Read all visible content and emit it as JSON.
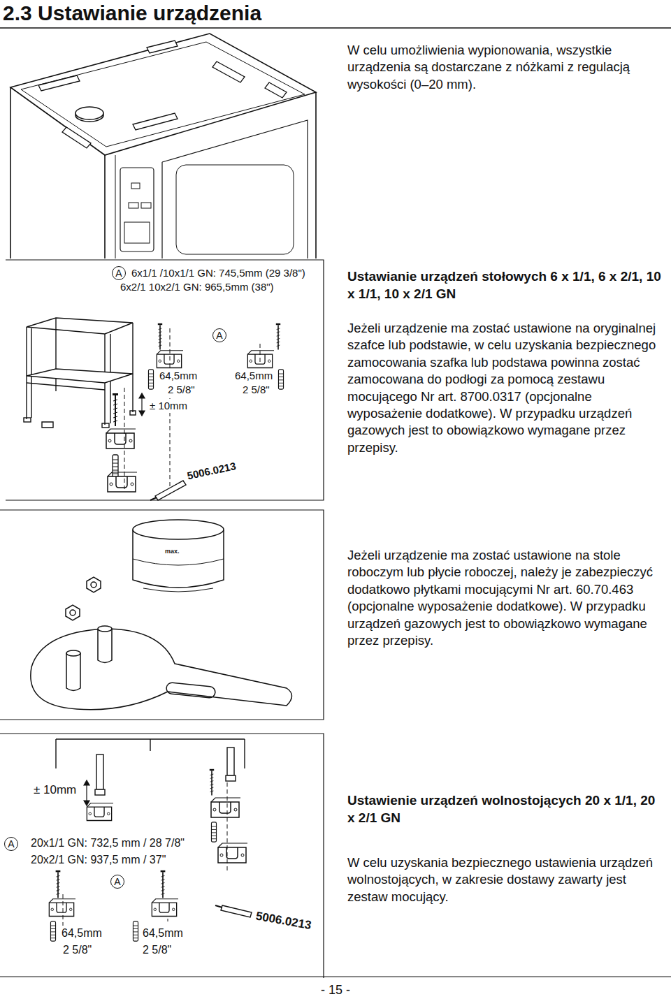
{
  "diagram": {
    "title": "2.3 Ustawianie urządzenia",
    "nodes": [
      {
        "text": [
          "A"
        ]
      },
      {
        "text": [
          "A"
        ]
      },
      {
        "text": [
          "A"
        ]
      },
      {
        "text": [
          "A"
        ]
      }
    ],
    "labels": [
      "W celu umożliwienia wypionowania, wszystkie urządzenia są dostarczane z nóżkami z regulacją wysokości (0–20 mm).",
      "6x1/1 /10x1/1 GN: 745,5mm (29 3/8\")",
      "6x2/1 10x2/1 GN: 965,5mm (38\")",
      "Ustawianie urządzeń stołowych 6 x 1/1, 6 x 2/1, 10 x 1/1, 10 x 2/1 GN",
      "64,5mm",
      "2 5/8\"",
      "64,5mm",
      "2 5/8\"",
      "± 10mm",
      "5006.0213",
      "Jeżeli urządzenie ma zostać ustawione na oryginalnej szafce lub podstawie, w celu uzyskania bezpiecznego zamocowania szafka lub podstawa powinna zostać zamocowana do podłogi za pomocą zestawu mocującego Nr art. 8700.0317 (opcjonalne wyposażenie dodatkowe). W przypadku urządzeń gazowych jest to obowiązkowo wymagane przez przepisy.",
      "max.",
      "Jeżeli urządzenie ma zostać ustawione na stole roboczym lub płycie roboczej, należy je zabezpieczyć dodatkowo płytkami mocującymi Nr art. 60.70.463 (opcjonalne wyposażenie dodatkowe). W przypadku urządzeń gazowych jest to obowiązkowo wymagane przez przepisy.",
      "± 10mm",
      "20x1/1 GN: 732,5 mm / 28 7/8\"",
      "20x2/1 GN: 937,5 mm / 37\"",
      "Ustawienie urządzeń wolnostojących 20 x 1/1, 20 x 2/1 GN",
      "W celu uzyskania bezpiecznego ustawienia urządzeń wolnostojących, w zakresie dostawy zawarty jest zestaw mocujący.",
      "64,5mm",
      "2 5/8\"",
      "64,5mm",
      "2 5/8\"",
      "5006.0213",
      "- 15 -"
    ]
  }
}
